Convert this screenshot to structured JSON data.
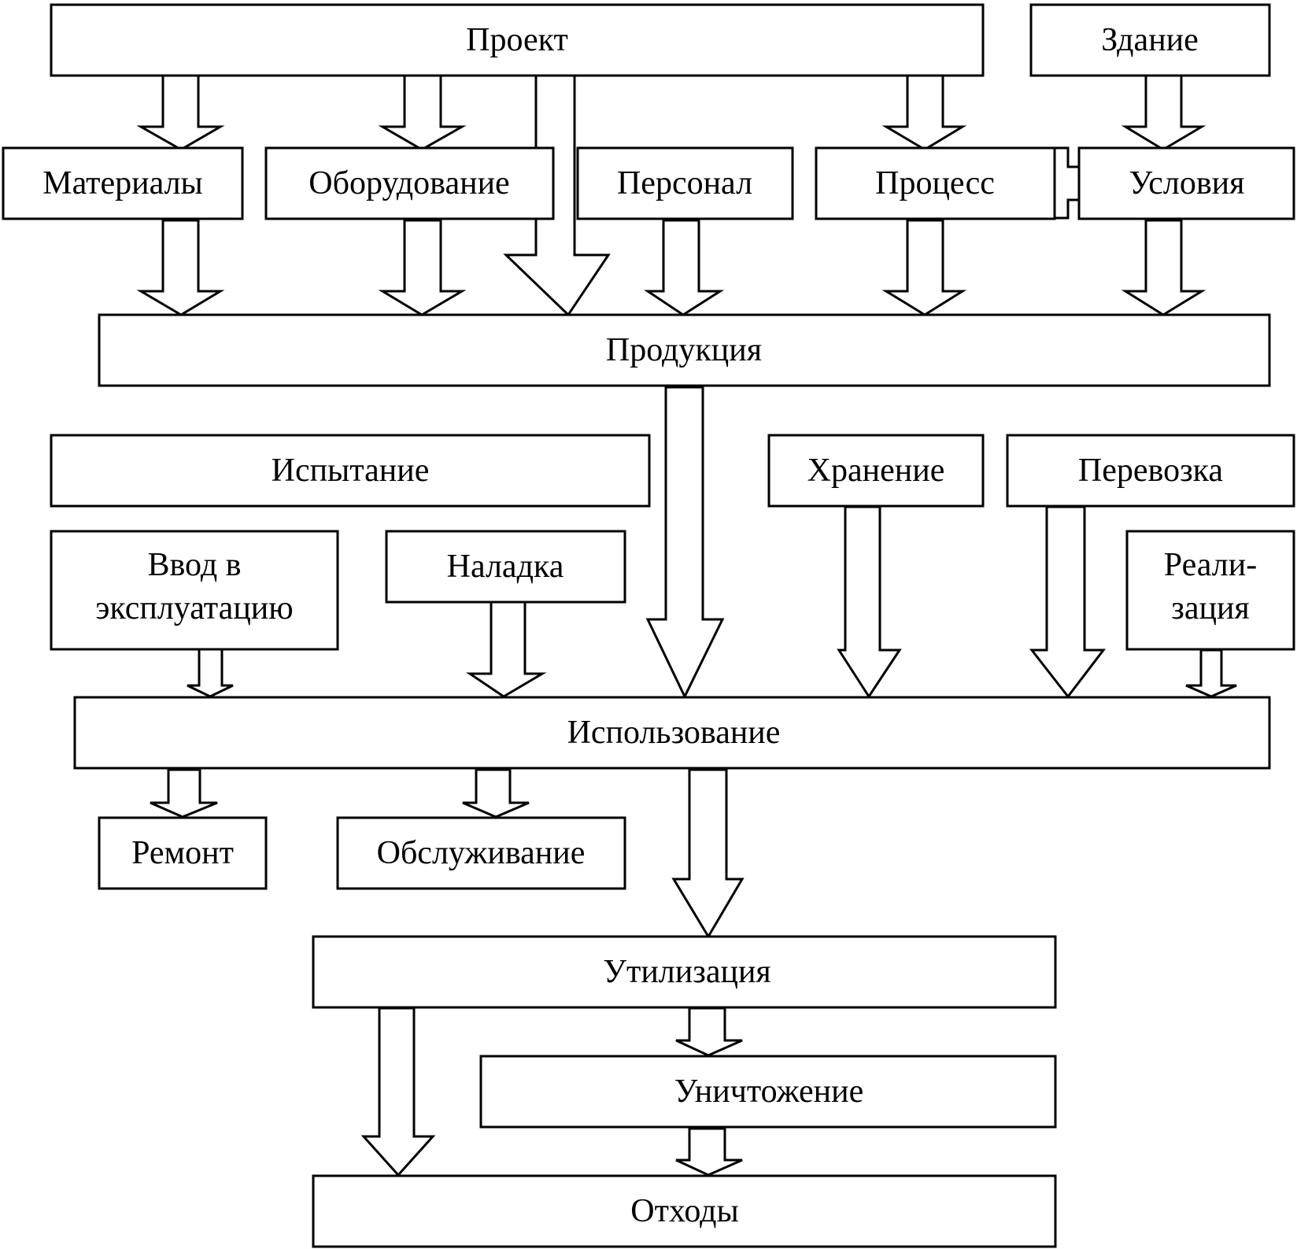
{
  "diagram": {
    "title": "",
    "nodes": {
      "proekt": "Проект",
      "zdanie": "Здание",
      "materialy": "Материалы",
      "oborudovanie": "Оборудование",
      "personal": "Персонал",
      "process": "Процесс",
      "usloviya": "Условия",
      "produkciya": "Продукция",
      "ispytanie": "Испытание",
      "hranenie": "Хранение",
      "perevozka": "Перевозка",
      "vvod_line1": "Ввод в",
      "vvod_line2": "эксплуатацию",
      "naladka": "Наладка",
      "realizaciya_line1": "Реали-",
      "realizaciya_line2": "зация",
      "ispolzovanie": "Использование",
      "remont": "Ремонт",
      "obsluzhivanie": "Обслуживание",
      "utilizaciya": "Утилизация",
      "unichtozhenie": "Уничтожение",
      "othody": "Отходы"
    },
    "edges": [
      {
        "from": "Проект",
        "to": "Материалы"
      },
      {
        "from": "Проект",
        "to": "Оборудование"
      },
      {
        "from": "Проект",
        "to": "Продукция"
      },
      {
        "from": "Проект",
        "to": "Процесс"
      },
      {
        "from": "Здание",
        "to": "Условия"
      },
      {
        "from": "Условия",
        "to": "Процесс"
      },
      {
        "from": "Материалы",
        "to": "Продукция"
      },
      {
        "from": "Оборудование",
        "to": "Продукция"
      },
      {
        "from": "Персонал",
        "to": "Продукция"
      },
      {
        "from": "Процесс",
        "to": "Продукция"
      },
      {
        "from": "Условия",
        "to": "Продукция"
      },
      {
        "from": "Продукция",
        "to": "Использование"
      },
      {
        "from": "Хранение",
        "to": "Использование"
      },
      {
        "from": "Перевозка",
        "to": "Использование"
      },
      {
        "from": "Ввод в эксплуатацию",
        "to": "Использование"
      },
      {
        "from": "Наладка",
        "to": "Использование"
      },
      {
        "from": "Реализация",
        "to": "Использование"
      },
      {
        "from": "Использование",
        "to": "Ремонт"
      },
      {
        "from": "Использование",
        "to": "Обслуживание"
      },
      {
        "from": "Использование",
        "to": "Утилизация"
      },
      {
        "from": "Утилизация",
        "to": "Уничтожение"
      },
      {
        "from": "Утилизация",
        "to": "Отходы"
      },
      {
        "from": "Уничтожение",
        "to": "Отходы"
      }
    ]
  }
}
